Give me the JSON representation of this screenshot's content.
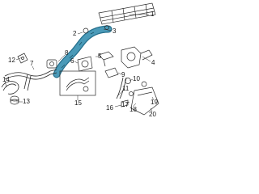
{
  "callouts": {
    "c1": "1",
    "c2": "2",
    "c3": "3",
    "c4": "4",
    "c5": "5",
    "c6": "6",
    "c7": "7",
    "c8": "8",
    "c9": "9",
    "c10": "10",
    "c11": "11",
    "c12": "12",
    "c13": "13",
    "c14": "14",
    "c15": "15",
    "c16": "16",
    "c17": "17",
    "c18": "18",
    "c19": "19",
    "c20": "20"
  },
  "colors": {
    "line": "#2a2a2a",
    "highlight": "#4a9ab8",
    "highlight_dark": "#256f8c"
  }
}
